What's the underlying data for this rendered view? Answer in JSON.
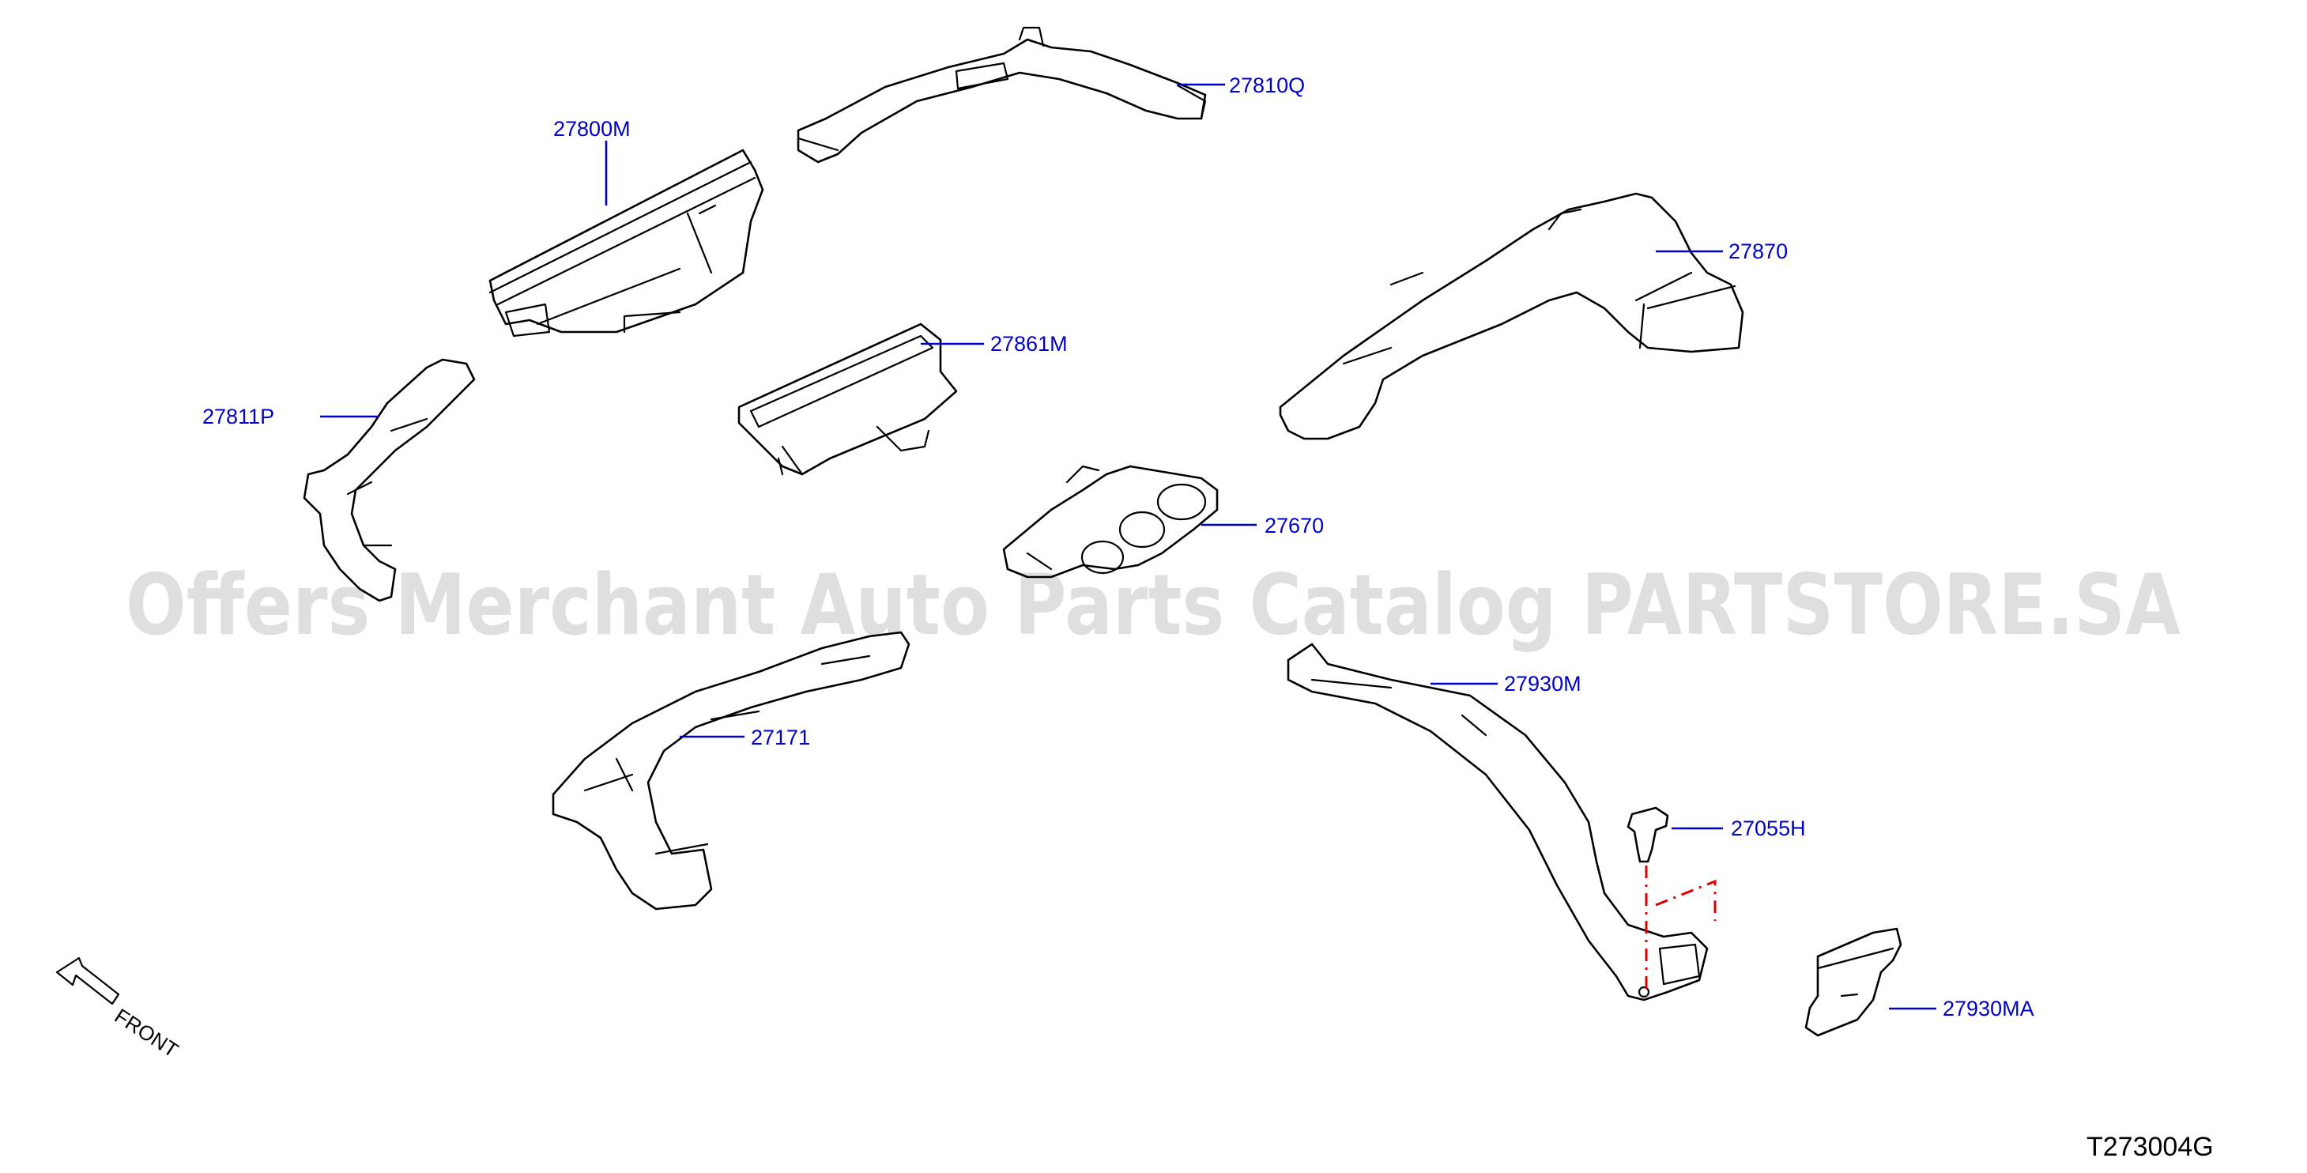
{
  "diagram": {
    "reference_code": "T273004G",
    "watermark": "Offers Merchant Auto Parts Catalog PARTSTORE.SA",
    "front_label": "FRONT",
    "callouts": {
      "p27800M": "27800M",
      "p27810Q": "27810Q",
      "p27870": "27870",
      "p27861M": "27861M",
      "p27811P": "27811P",
      "p27670": "27670",
      "p27171": "27171",
      "p27930M": "27930M",
      "p27055H": "27055H",
      "p27930MA": "27930MA"
    },
    "colors": {
      "callout": "#0000cc",
      "line": "#000000",
      "guide": "#e00000"
    }
  }
}
